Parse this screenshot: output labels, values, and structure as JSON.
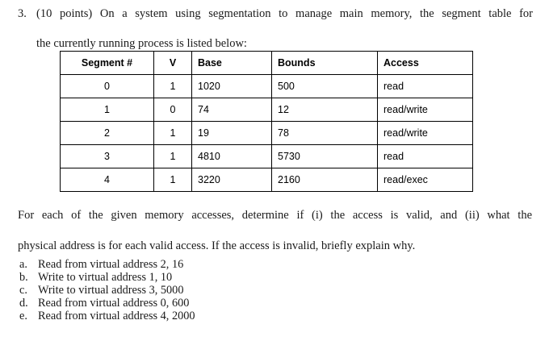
{
  "question": {
    "number": "3.",
    "line1": "(10 points) On a system using segmentation to manage main memory, the segment table for",
    "line2": "the currently running process is listed below:"
  },
  "segment_table": {
    "headers": [
      "Segment #",
      "V",
      "Base",
      "Bounds",
      "Access"
    ],
    "rows": [
      {
        "segment": "0",
        "v": "1",
        "base": "1020",
        "bounds": "500",
        "access": "read"
      },
      {
        "segment": "1",
        "v": "0",
        "base": "74",
        "bounds": "12",
        "access": "read/write"
      },
      {
        "segment": "2",
        "v": "1",
        "base": "19",
        "bounds": "78",
        "access": "read/write"
      },
      {
        "segment": "3",
        "v": "1",
        "base": "4810",
        "bounds": "5730",
        "access": "read"
      },
      {
        "segment": "4",
        "v": "1",
        "base": "3220",
        "bounds": "2160",
        "access": "read/exec"
      }
    ]
  },
  "instructions": {
    "line1": "For each of the given memory accesses, determine if (i) the access is valid, and (ii) what the",
    "line2": "physical address is for each valid access. If the access is invalid, briefly explain why."
  },
  "access_list": [
    {
      "letter": "a.",
      "text": "Read from virtual address 2, 16"
    },
    {
      "letter": "b.",
      "text": "Write to virtual address 1, 10"
    },
    {
      "letter": "c.",
      "text": "Write to virtual address 3, 5000"
    },
    {
      "letter": "d.",
      "text": "Read from virtual address 0, 600"
    },
    {
      "letter": "e.",
      "text": "Read from virtual address 4, 2000"
    }
  ]
}
